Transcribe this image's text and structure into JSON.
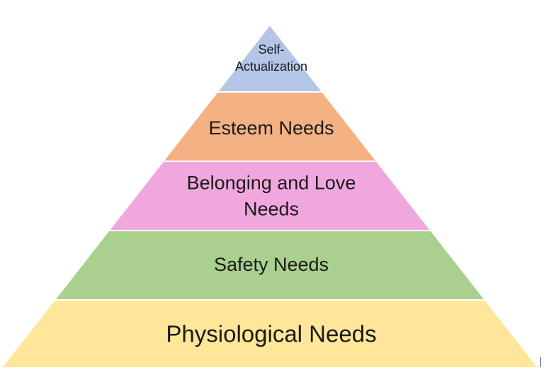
{
  "diagram": {
    "tiers": [
      {
        "id": "self-actualization",
        "lines": [
          "Self-",
          "Actualization"
        ],
        "color": "#b4c6e7"
      },
      {
        "id": "esteem",
        "lines": [
          "Esteem Needs"
        ],
        "color": "#f4b183"
      },
      {
        "id": "belonging",
        "lines": [
          "Belonging and Love",
          "Needs"
        ],
        "color": "#f0a7de"
      },
      {
        "id": "safety",
        "lines": [
          "Safety Needs"
        ],
        "color": "#a9d08e"
      },
      {
        "id": "physiological",
        "lines": [
          "Physiological Needs"
        ],
        "color": "#ffe699"
      }
    ]
  }
}
